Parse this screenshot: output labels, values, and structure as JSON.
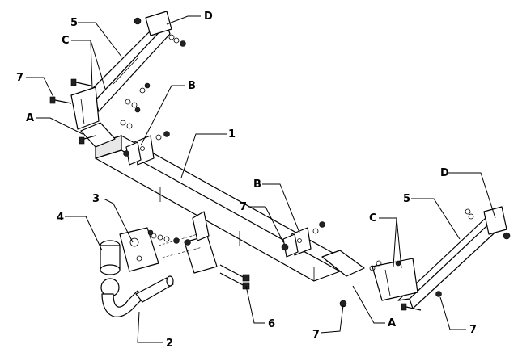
{
  "labels": {
    "l1": "1",
    "l2": "2",
    "l3": "3",
    "l4": "4",
    "l5_left": "5",
    "l5_right": "5",
    "l6": "6",
    "l7_left": "7",
    "l7_center": "7",
    "l7_bottom": "7",
    "l7_right": "7",
    "lA_left": "A",
    "lA_right": "A",
    "lB_top": "B",
    "lB_center": "B",
    "lC_left": "C",
    "lC_right": "C",
    "lD_top": "D",
    "lD_right": "D"
  }
}
